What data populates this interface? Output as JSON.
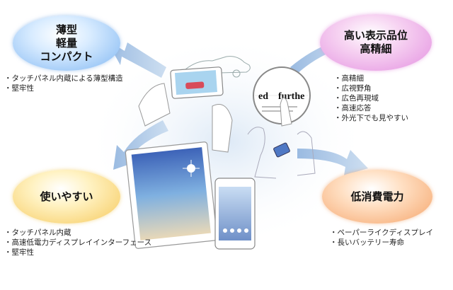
{
  "features": [
    {
      "key": "thin",
      "title_lines": [
        "薄型",
        "軽量",
        "コンパクト"
      ],
      "items": [
        "タッチパネル内蔵による薄型構造",
        "堅牢性"
      ],
      "color": "#7fb6f2"
    },
    {
      "key": "display",
      "title_lines": [
        "高い表示品位",
        "高精細"
      ],
      "items": [
        "高精細",
        "広視野角",
        "広色再現域",
        "高速応答",
        "外光下でも見やすい"
      ],
      "color": "#e38fe0"
    },
    {
      "key": "easy",
      "title_lines": [
        "使いやすい"
      ],
      "items": [
        "タッチパネル内蔵",
        "高速低電力ディスプレイインターフェース",
        "堅牢性"
      ],
      "color": "#f6c95c"
    },
    {
      "key": "power",
      "title_lines": [
        "低消費電力"
      ],
      "items": [
        "ペーパーライクディスプレイ",
        "長いバッテリー寿命"
      ],
      "color": "#f5a46a"
    }
  ],
  "magnifier_text": {
    "left": "ed",
    "right": "furthe"
  }
}
